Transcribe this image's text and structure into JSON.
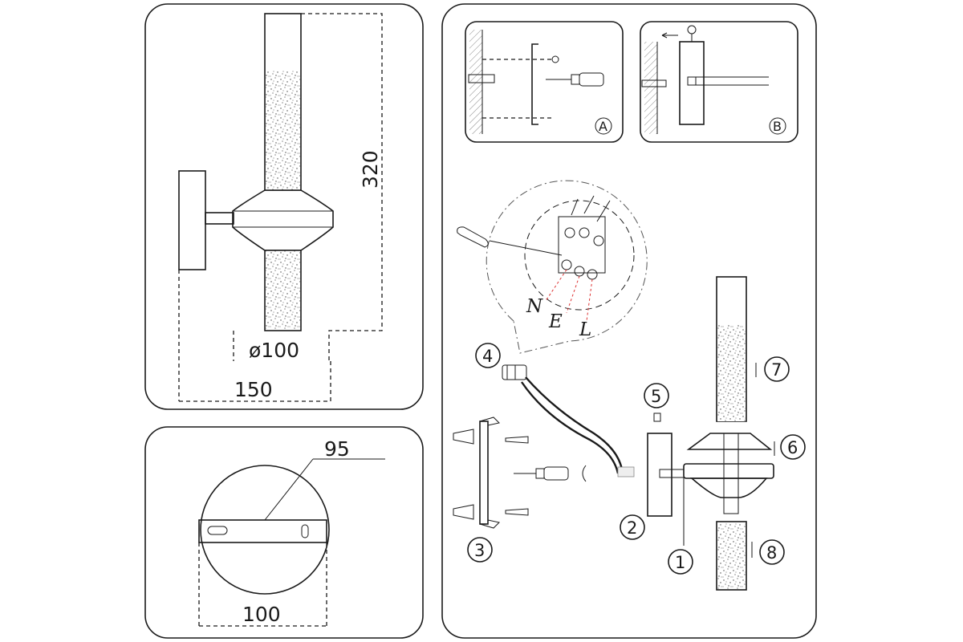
{
  "side_view": {
    "height_label": "320",
    "diameter_label": "ø100",
    "depth_label": "150"
  },
  "wall_plate_view": {
    "top_label": "95",
    "bottom_label": "100"
  },
  "detail_a": {
    "label": "A"
  },
  "detail_b": {
    "label": "B"
  },
  "wiring": {
    "terminals": [
      "N",
      "E",
      "L"
    ]
  },
  "steps": [
    "1",
    "2",
    "3",
    "4",
    "5",
    "6",
    "7",
    "8"
  ]
}
